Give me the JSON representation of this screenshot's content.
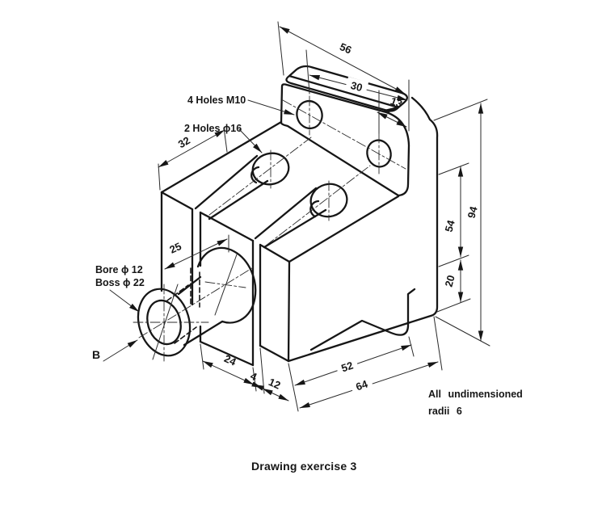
{
  "drawing": {
    "caption": "Drawing exercise 3",
    "note_line1": "All undimensioned",
    "note_line2": "radii 6",
    "view_arrow": "B",
    "callouts": {
      "tapped_holes": "4 Holes M10",
      "clearance_holes": "2 Holes ϕ16",
      "bore": "Bore ϕ 12",
      "boss": "Boss ϕ 22"
    },
    "dimensions": {
      "d56": "56",
      "d30": "30",
      "d13": "13",
      "d32": "32",
      "d94": "94",
      "d54": "54",
      "d20": "20",
      "d25": "25",
      "d24": "24",
      "d4": "4",
      "d12": "12",
      "d52": "52",
      "d64": "64"
    },
    "colors": {
      "line": "#161616",
      "background": "#ffffff"
    }
  }
}
